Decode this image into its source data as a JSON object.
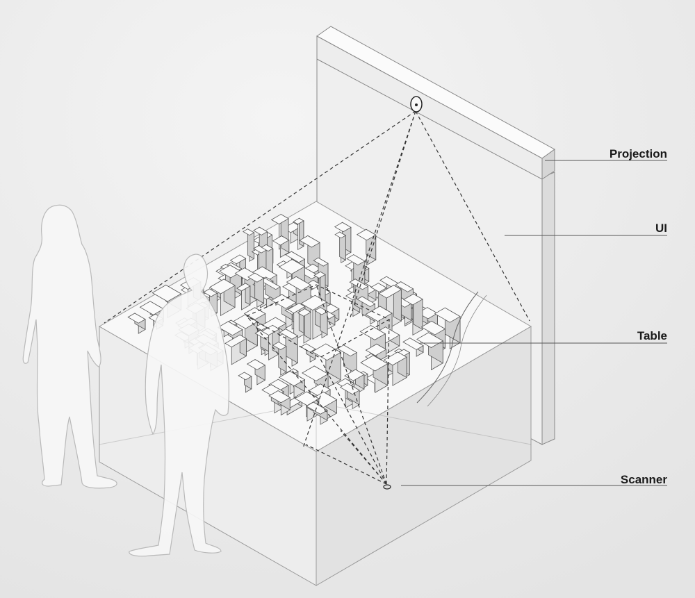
{
  "labels": {
    "projection": "Projection",
    "ui": "UI",
    "table": "Table",
    "scanner": "Scanner"
  },
  "colors": {
    "background": "#ececec",
    "label_text": "#1a1a1a",
    "leader_line": "#555555"
  },
  "icons": [
    "projector-icon",
    "scanner-icon",
    "person-silhouette"
  ]
}
